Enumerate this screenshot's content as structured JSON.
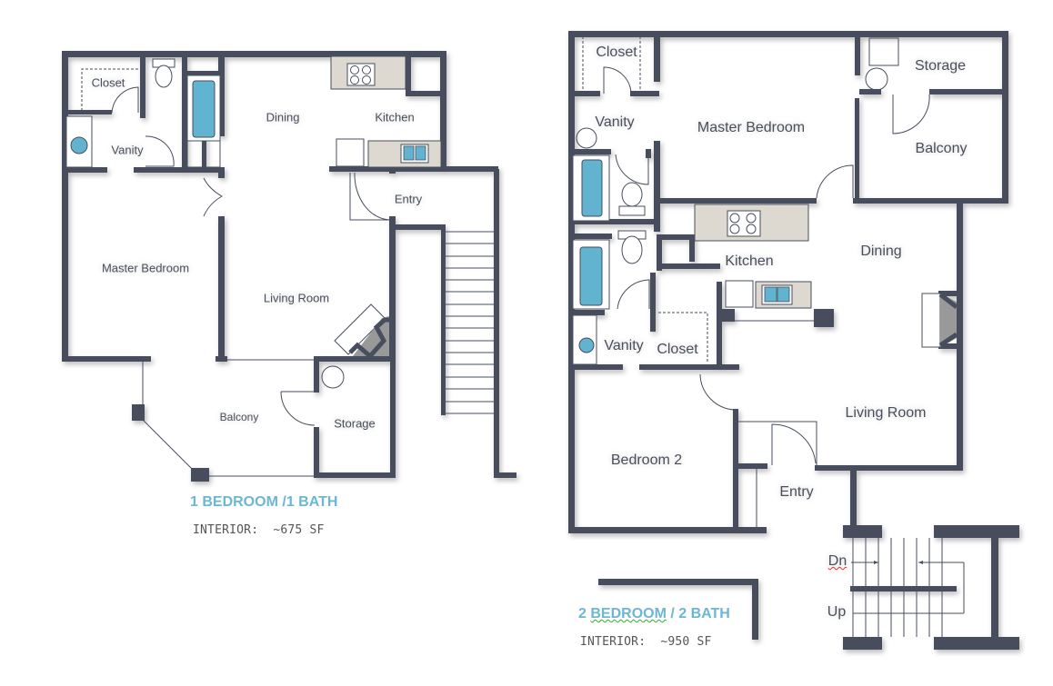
{
  "plans": [
    {
      "title": "1 BEDROOM / 1 BATH",
      "title_parts": [
        "1 BEDROOM",
        "/",
        "1 BATH"
      ],
      "interior_label": "INTERIOR:",
      "interior_value": "~675 SF",
      "rooms": {
        "closet": "Closet",
        "vanity": "Vanity",
        "dining": "Dining",
        "kitchen": "Kitchen",
        "entry": "Entry",
        "master_bedroom": "Master Bedroom",
        "living_room": "Living Room",
        "balcony": "Balcony",
        "storage": "Storage"
      }
    },
    {
      "title": "2 BEDROOM / 2 BATH",
      "title_parts": [
        "2",
        "BEDROOM",
        "/ 2 BATH"
      ],
      "interior_label": "INTERIOR:",
      "interior_value": "~950 SF",
      "rooms": {
        "closet_top": "Closet",
        "vanity_top": "Vanity",
        "master_bedroom": "Master Bedroom",
        "storage": "Storage",
        "balcony": "Balcony",
        "kitchen": "Kitchen",
        "dining": "Dining",
        "vanity_bottom": "Vanity",
        "closet_bottom": "Closet",
        "living_room": "Living Room",
        "bedroom_2": "Bedroom 2",
        "entry": "Entry"
      },
      "stairs": {
        "down": "Dn",
        "up": "Up"
      }
    }
  ],
  "colors": {
    "wall": "#474e5d",
    "fixture_blue": "#62b3cf",
    "counter": "#ddd9d0",
    "title_blue": "#6cb6d6"
  }
}
